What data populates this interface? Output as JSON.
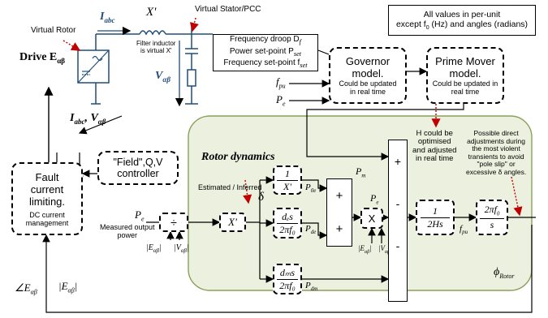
{
  "top": {
    "virtual_rotor": "Virtual Rotor",
    "drive": "Drive E",
    "drive_sub": "αβ",
    "iabc": "I",
    "iabc_sub": "abc",
    "xprime": "X'",
    "filter_label_1": "Filter inductor",
    "filter_label_2": "is virtual X'",
    "virtual_stator": "Virtual Stator/PCC",
    "v": "V",
    "v_sub": "αβ",
    "note_1": "All values in per-unit",
    "note_2": "except f",
    "note_2b": "0",
    "note_2c": " (Hz) and angles (radians)"
  },
  "params": {
    "line1": "Frequency droop D",
    "line1_sub": "f",
    "line2": "Power set-point P",
    "line2_sub": "set",
    "line3": "Frequency set-point f",
    "line3_sub": "set"
  },
  "governor": {
    "title_1": "Governor",
    "title_2": "model.",
    "sub_1": "Could be updated",
    "sub_2": "in real time"
  },
  "prime_mover": {
    "title_1": "Prime Mover",
    "title_2": "model.",
    "sub_1": "Could be updated in",
    "sub_2": "real time"
  },
  "gov_inputs": {
    "fpu": "f",
    "fpu_sub": "pu",
    "pe": "P",
    "pe_sub": "e"
  },
  "left": {
    "iabc_vab": "I",
    "iabc_sub": "abc",
    "comma": ", V",
    "vab_sub": "αβ",
    "fault_1": "Fault",
    "fault_2": "current",
    "fault_3": "limiting.",
    "dc_1": "DC current",
    "dc_2": "management",
    "angle_e": "∠E",
    "angle_e_sub": "αβ",
    "abs_e": "|E",
    "abs_e_sub": "αβ",
    "abs_e_end": "|"
  },
  "field": {
    "label_1": "\"Field\",Q,V",
    "label_2": "controller"
  },
  "rotor": {
    "title": "Rotor dynamics",
    "estimated": "Estimated / Inferred",
    "delta": "δ",
    "pe_in": "P",
    "pe_in_sub": "e",
    "measured_1": "Measured output",
    "measured_2": "power",
    "div": "÷",
    "e_abs": "|E",
    "e_abs_sub": "αβ",
    "v_abs": "|V",
    "v_abs_sub": "αβ",
    "xprime": "X'",
    "f1_num": "1",
    "f1_den": "X'",
    "f2_num": "dₑs",
    "f2_den": "2πf₀",
    "f3_num": "dₘs",
    "f3_den": "2πf₀",
    "p_oe": "P",
    "p_oe_sub": "0e",
    "p_de": "P",
    "p_de_sub": "de",
    "p_dm": "P",
    "p_dm_sub": "dm",
    "plus": "+",
    "minus": "-",
    "times": "X",
    "pe_mid": "P",
    "pe_mid_sub": "e",
    "pm": "P",
    "pm_sub": "m",
    "h_note_1": "H could be",
    "h_note_2": "optimised",
    "h_note_3": "and adjusted",
    "h_note_4": "in real time",
    "integ_num": "1",
    "integ_den": "2Hs",
    "fpu": "f",
    "fpu_sub": "pu",
    "omega_num": "2πf",
    "omega_num_sub": "0",
    "omega_den": "s",
    "direct_1": "Possible direct",
    "direct_2": "adjustments during",
    "direct_3": "the most violent",
    "direct_4": "transients to avoid",
    "direct_5": "\"pole slip\" or",
    "direct_6": "excessive δ angles.",
    "phi": "ϕ",
    "phi_sub": "Rotor"
  },
  "colors": {
    "green_fill": "#ebf1de",
    "green_border": "#8aa05a",
    "blue": "#1f4e79",
    "red": "#c00000"
  }
}
